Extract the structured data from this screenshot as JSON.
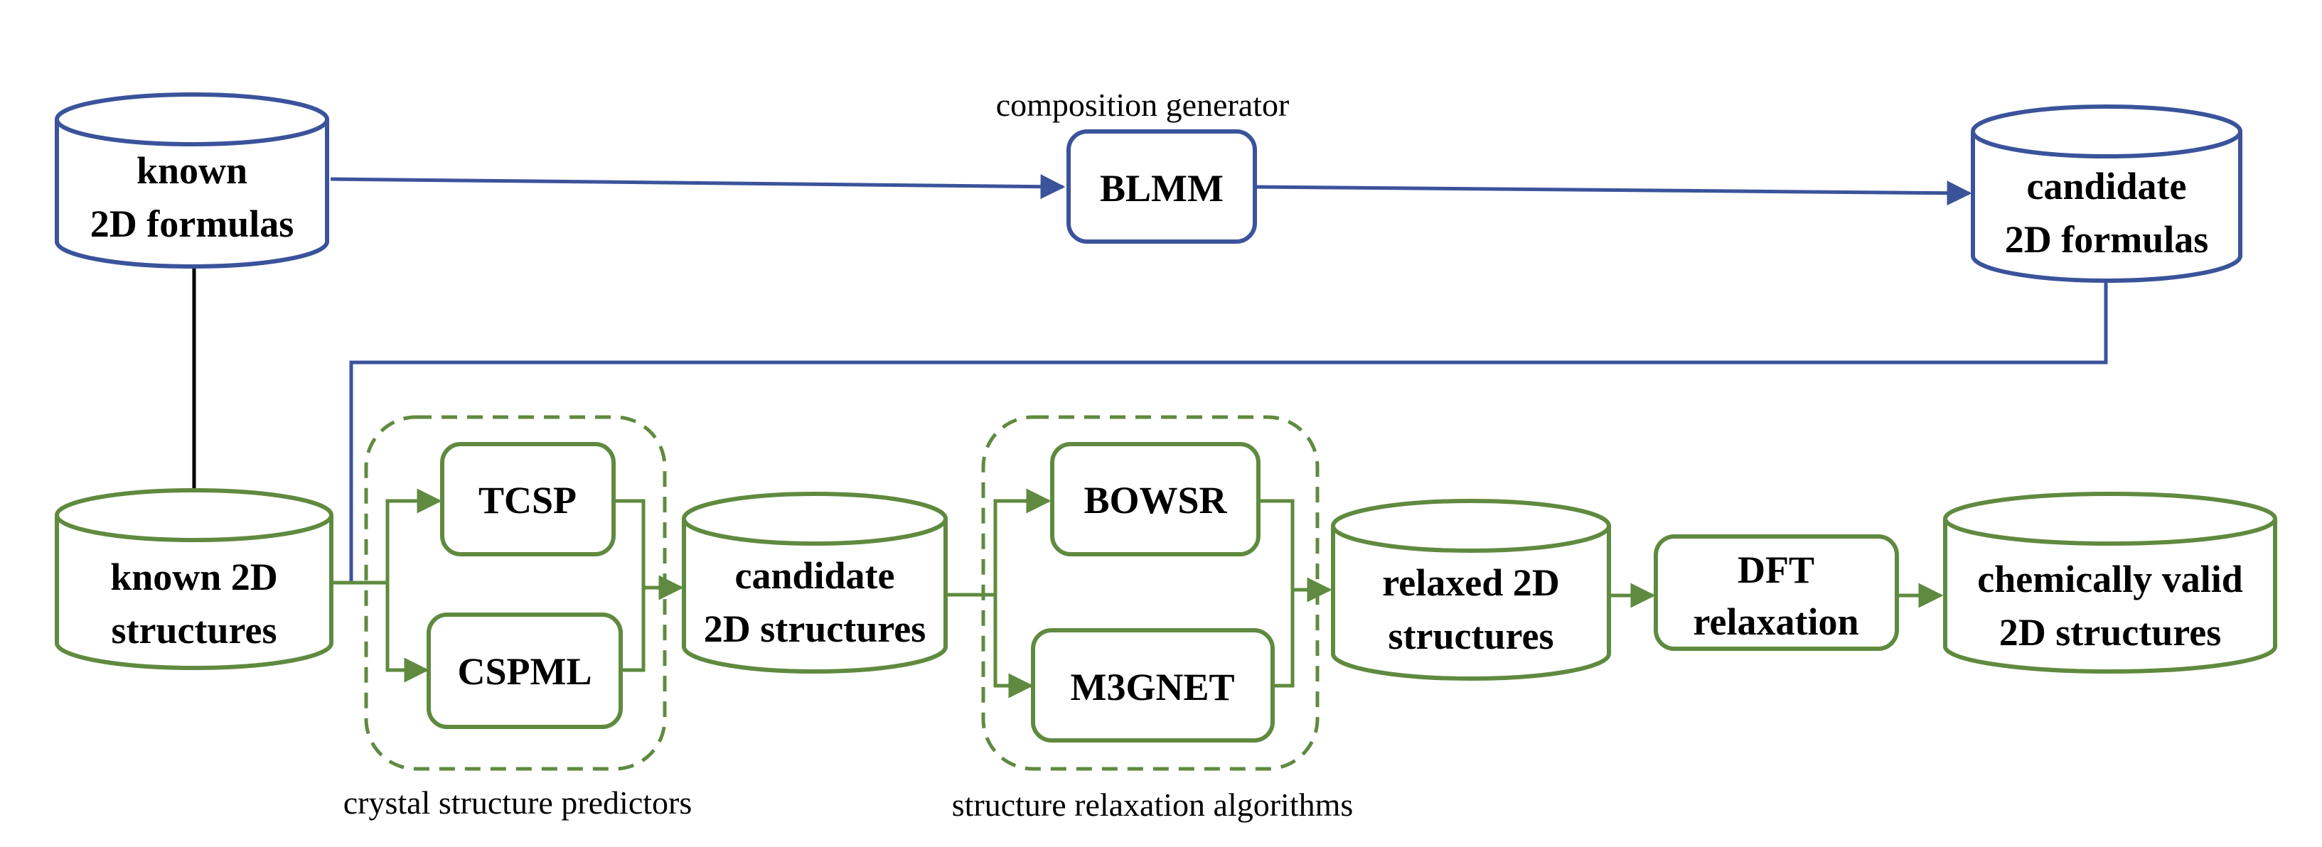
{
  "colors": {
    "blue": "#3a539b",
    "green": "#5f8a3f",
    "black": "#000000",
    "background": "#ffffff"
  },
  "nodes": {
    "known_2d_formulas": {
      "line1": "known",
      "line2": "2D formulas"
    },
    "blmm": {
      "label": "BLMM"
    },
    "candidate_2d_formulas": {
      "line1": "candidate",
      "line2": "2D formulas"
    },
    "known_2d_structures": {
      "line1": "known 2D",
      "line2": "structures"
    },
    "tcsp": {
      "label": "TCSP"
    },
    "cspml": {
      "label": "CSPML"
    },
    "candidate_2d_structures": {
      "line1": "candidate",
      "line2": "2D structures"
    },
    "bowsr": {
      "label": "BOWSR"
    },
    "m3gnet": {
      "label": "M3GNET"
    },
    "relaxed_2d_structures": {
      "line1": "relaxed 2D",
      "line2": "structures"
    },
    "dft_relaxation": {
      "line1": "DFT",
      "line2": "relaxation"
    },
    "chemically_valid": {
      "line1": "chemically valid",
      "line2": "2D structures"
    }
  },
  "captions": {
    "composition_generator": "composition generator",
    "crystal_structure_predictors": "crystal structure predictors",
    "structure_relaxation_algorithms": "structure relaxation algorithms"
  }
}
